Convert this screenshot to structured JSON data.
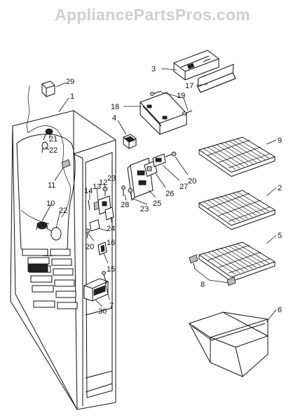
{
  "watermark": "AppliancePartsPros.com",
  "labels": {
    "l1": "1",
    "l2": "2",
    "l3": "3",
    "l4": "4",
    "l5": "5",
    "l6": "6",
    "l7": "7",
    "l8": "8",
    "l9": "9",
    "l10": "10",
    "l11": "11",
    "l12": "12",
    "l13": "13",
    "l14": "14",
    "l15": "15",
    "l16": "16",
    "l17": "17",
    "l18": "18",
    "l19": "19",
    "l20a": "20",
    "l20b": "20",
    "l21": "21",
    "l22a": "22",
    "l22b": "22",
    "l23a": "23",
    "l23b": "23",
    "l24": "24",
    "l25": "25",
    "l26": "26",
    "l27": "27",
    "l28": "28",
    "l29": "29",
    "l30": "30"
  }
}
